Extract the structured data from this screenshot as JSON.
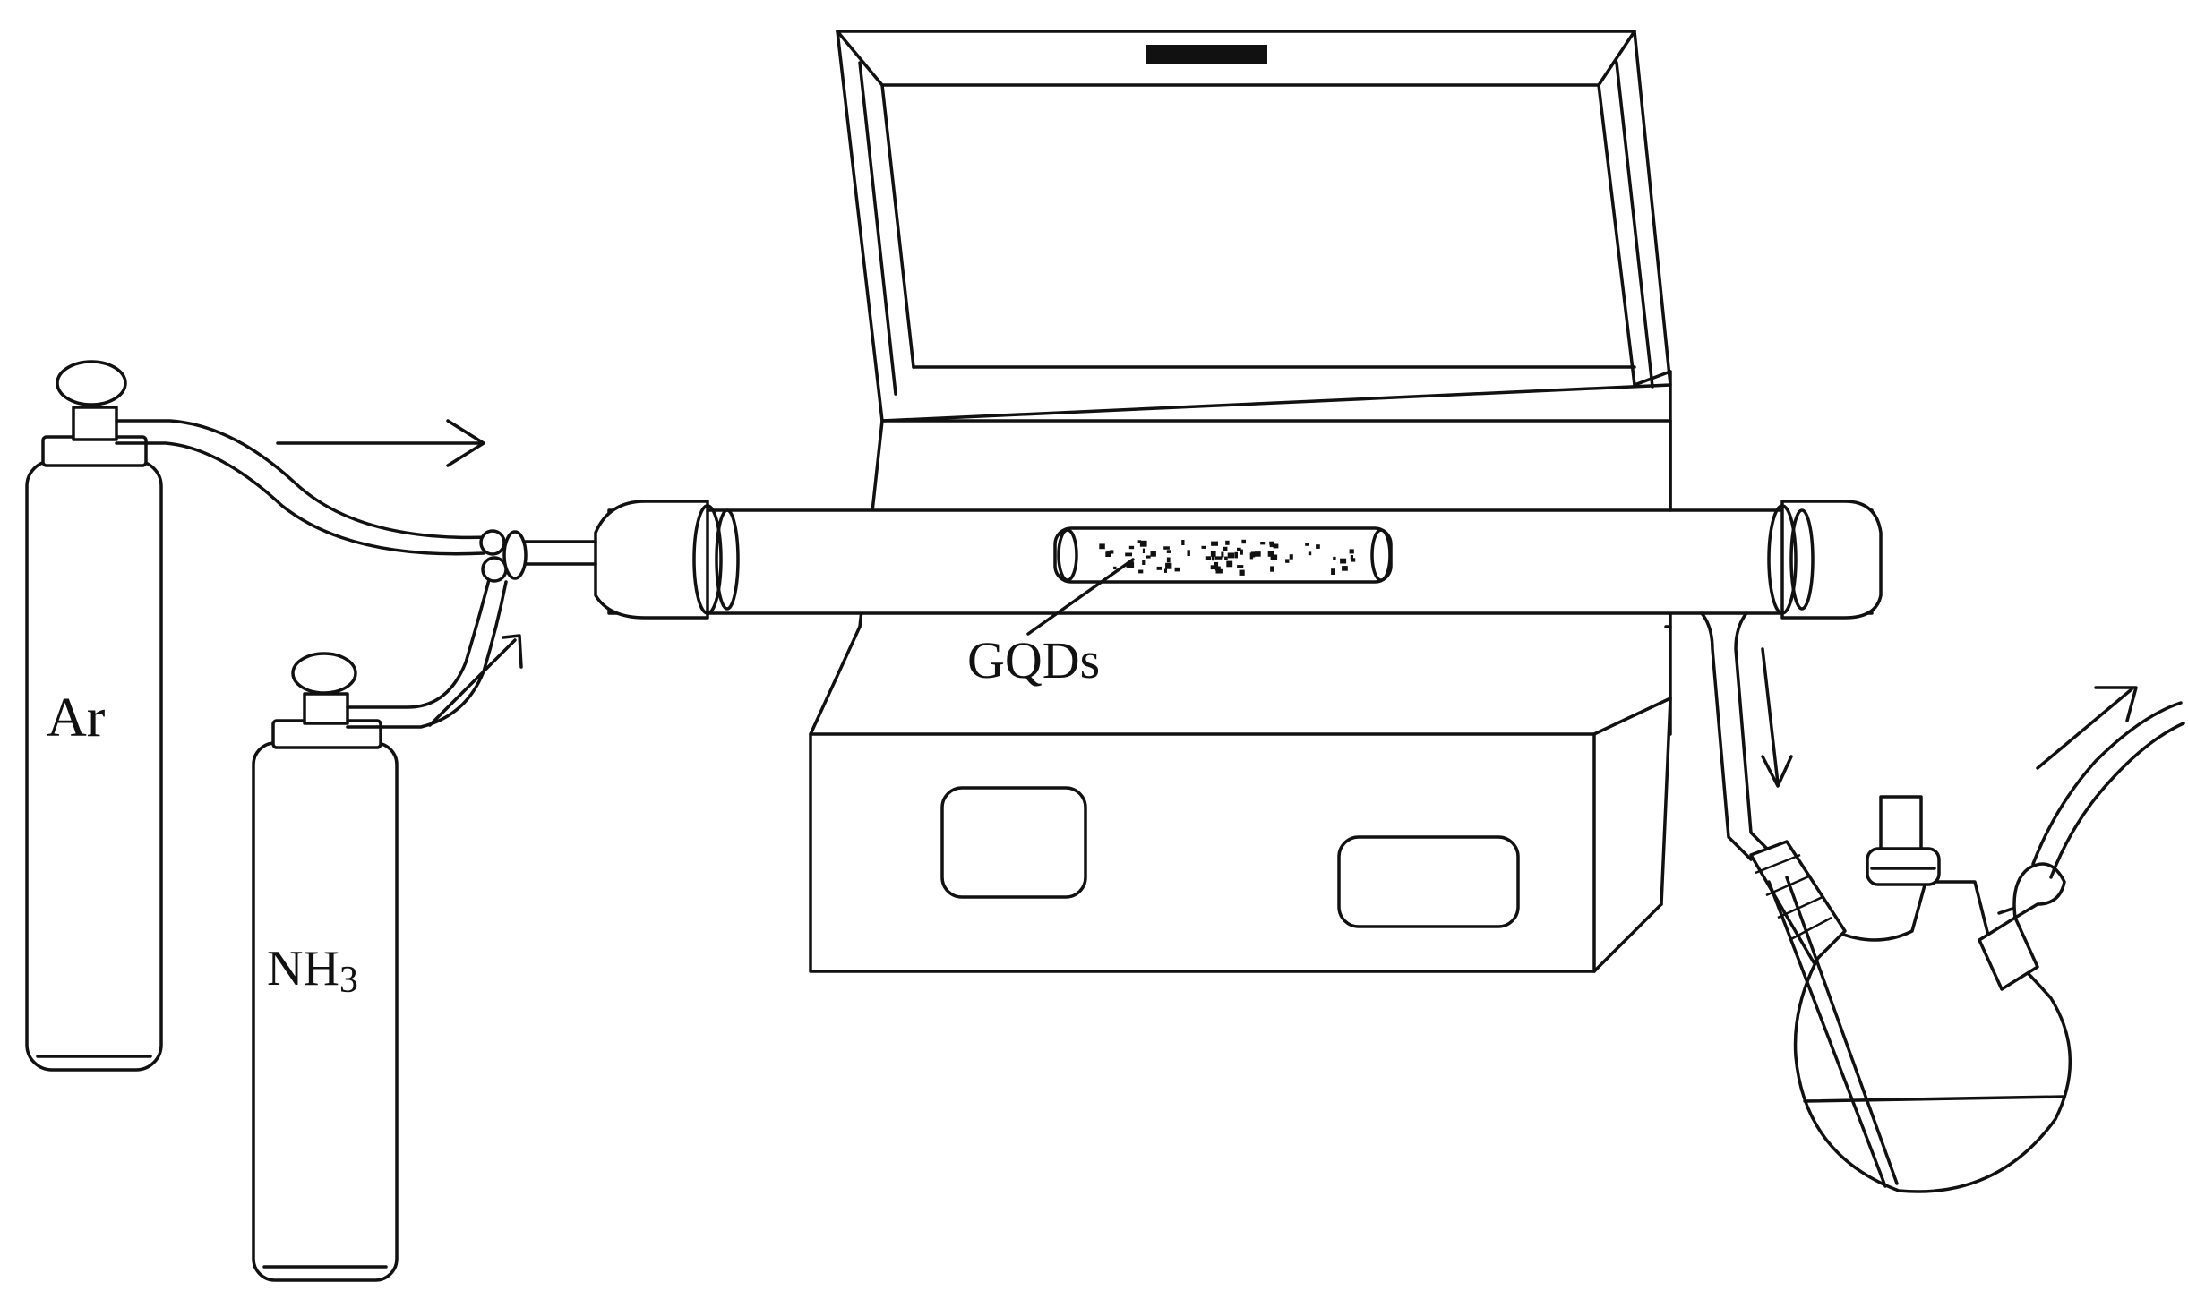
{
  "labels": {
    "argon_cylinder": "Ar",
    "ammonia_cylinder_main": "NH",
    "ammonia_cylinder_sub": "3",
    "sample": "GQDs"
  },
  "colors": {
    "line": "#111111",
    "background": "#ffffff"
  }
}
